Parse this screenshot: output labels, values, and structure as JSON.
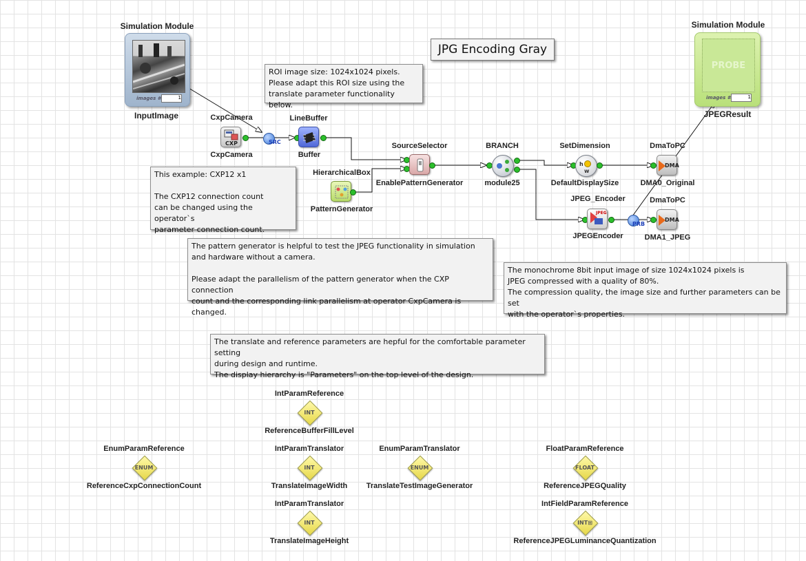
{
  "title": "JPG Encoding Gray",
  "simulation_modules": {
    "input": {
      "header": "Simulation Module",
      "name": "InputImage",
      "images_label": "images #",
      "images_count": "1"
    },
    "result": {
      "header": "Simulation Module",
      "name": "JPEGResult",
      "probe_label": "PROBE",
      "images_label": "images #",
      "images_count": "1"
    }
  },
  "operators": {
    "cxp": {
      "type": "CxpCamera",
      "name": "CxpCamera",
      "icon_text": "CXP"
    },
    "src_port": "SRC",
    "buffer": {
      "type": "LineBuffer",
      "name": "Buffer"
    },
    "hbox": {
      "type": "HierarchicalBox",
      "name": "PatternGenerator"
    },
    "selector": {
      "type": "SourceSelector",
      "name": "EnablePatternGenerator"
    },
    "branch": {
      "type": "BRANCH",
      "name": "module25"
    },
    "setdim": {
      "type": "SetDimension",
      "name": "DefaultDisplaySize"
    },
    "jpeg": {
      "type": "JPEG_Encoder",
      "name": "JPEGEncoder",
      "icon_text": "JPEG"
    },
    "prb_port": "PRB",
    "dma0": {
      "type": "DmaToPC",
      "name": "DMA0_Original",
      "icon_text": "DMA"
    },
    "dma1": {
      "type": "DmaToPC",
      "name": "DMA1_JPEG",
      "icon_text": "DMA"
    }
  },
  "notes": {
    "roi": "ROI image size: 1024x1024 pixels.\nPlease adapt this ROI size using the\ntranslate parameter functionality below.",
    "example": "This example: CXP12 x1\n\nThe CXP12 connection count\ncan be changed using the operator`s\nparameter connection count.",
    "pattern": "The pattern generator is helpful to test the JPEG functionality in simulation\nand hardware without a camera.\n\nPlease adapt the parallelism of the pattern generator when the CXP connection\ncount and the corresponding link parallelism at operator CxpCamera is changed.",
    "mono": "The monochrome 8bit input image of size 1024x1024 pixels is\nJPEG compressed with a quality of  80%.\nThe compression quality, the image size and further parameters can be set\nwith the operator`s properties.",
    "translate": "The translate and reference parameters are hepful for the comfortable parameter setting\nduring design and runtime.\nThe display hierarchy is \"Parameters\" on the top level of the design."
  },
  "parameters": [
    {
      "type": "IntParamReference",
      "name": "ReferenceBufferFillLevel",
      "kind": "INT"
    },
    {
      "type": "EnumParamReference",
      "name": "ReferenceCxpConnectionCount",
      "kind": "ENUM"
    },
    {
      "type": "IntParamTranslator",
      "name": "TranslateImageWidth",
      "kind": "INT"
    },
    {
      "type": "EnumParamTranslator",
      "name": "TranslateTestImageGenerator",
      "kind": "ENUM"
    },
    {
      "type": "FloatParamReference",
      "name": "ReferenceJPEGQuality",
      "kind": "FLOAT"
    },
    {
      "type": "IntParamTranslator",
      "name": "TranslateImageHeight",
      "kind": "INT"
    },
    {
      "type": "IntFieldParamReference",
      "name": "ReferenceJPEGLuminanceQuantization",
      "kind": "INT⊞"
    }
  ]
}
